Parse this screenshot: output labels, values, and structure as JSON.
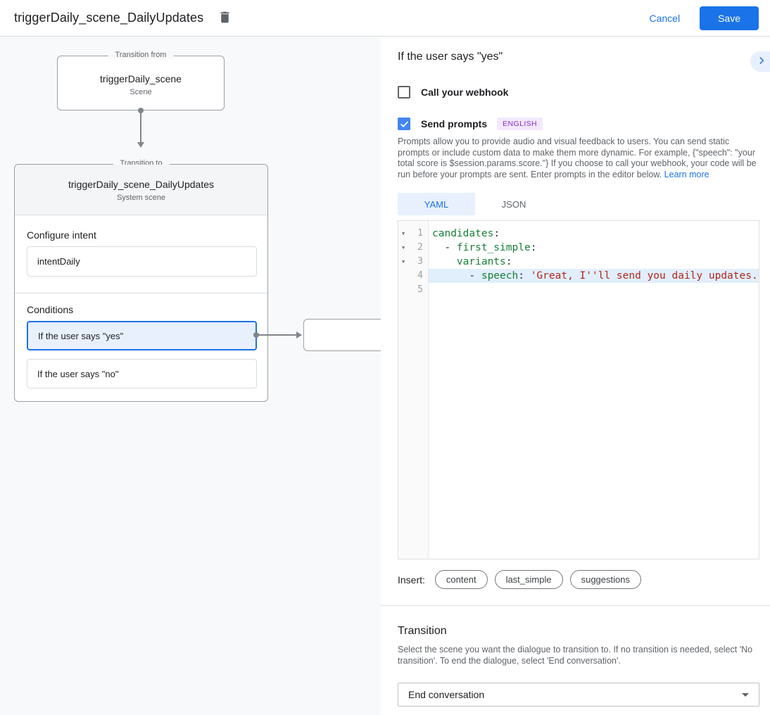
{
  "header": {
    "title": "triggerDaily_scene_DailyUpdates",
    "cancel_label": "Cancel",
    "save_label": "Save"
  },
  "colors": {
    "accent_blue": "#1a73e8",
    "checkbox_checked": "#4285f4",
    "selected_condition_bg": "#e8f0fe",
    "selected_condition_border": "#1a73e8",
    "badge_bg": "#f3e8fd",
    "badge_text": "#8430ce",
    "canvas_bg": "#f8f9fa",
    "code_key": "#188038",
    "code_string": "#b3261e",
    "active_line_bg": "#e1eefb"
  },
  "diagram": {
    "from_box": {
      "legend": "Transition from",
      "name": "triggerDaily_scene",
      "type": "Scene"
    },
    "to_box": {
      "legend": "Transition to",
      "name": "triggerDaily_scene_DailyUpdates",
      "type": "System scene",
      "intent_section_label": "Configure intent",
      "intent_value": "intentDaily",
      "conditions_label": "Conditions",
      "conditions": [
        {
          "label": "If the user says \"yes\"",
          "selected": true
        },
        {
          "label": "If the user says \"no\"",
          "selected": false
        }
      ]
    }
  },
  "panel": {
    "title": "If the user says \"yes\"",
    "webhook": {
      "label": "Call your webhook",
      "checked": false
    },
    "prompts": {
      "label": "Send prompts",
      "checked": true,
      "language_badge": "ENGLISH"
    },
    "description": "Prompts allow you to provide audio and visual feedback to users. You can send static prompts or include custom data to make them more dynamic. For example, {\"speech\": \"your total score is $session.params.score.\"} If you choose to call your webhook, your code will be run before your prompts are sent. Enter prompts in the editor below. ",
    "learn_more_label": "Learn more",
    "tabs": [
      {
        "label": "YAML",
        "active": true
      },
      {
        "label": "JSON",
        "active": false
      }
    ],
    "editor": {
      "lines": [
        {
          "number": 1,
          "fold": true,
          "highlight": false,
          "tokens": [
            {
              "t": "candidates",
              "c": "key"
            },
            {
              "t": ":",
              "c": "punct"
            }
          ]
        },
        {
          "number": 2,
          "fold": true,
          "highlight": false,
          "tokens": [
            {
              "t": "  - ",
              "c": "punct"
            },
            {
              "t": "first_simple",
              "c": "key"
            },
            {
              "t": ":",
              "c": "punct"
            }
          ]
        },
        {
          "number": 3,
          "fold": true,
          "highlight": false,
          "tokens": [
            {
              "t": "    ",
              "c": "punct"
            },
            {
              "t": "variants",
              "c": "key"
            },
            {
              "t": ":",
              "c": "punct"
            }
          ]
        },
        {
          "number": 4,
          "fold": false,
          "highlight": true,
          "tokens": [
            {
              "t": "      - ",
              "c": "punct"
            },
            {
              "t": "speech",
              "c": "key"
            },
            {
              "t": ": ",
              "c": "punct"
            },
            {
              "t": "'Great, I''ll send you daily updates.",
              "c": "string"
            }
          ]
        },
        {
          "number": 5,
          "fold": false,
          "highlight": false,
          "tokens": []
        }
      ]
    },
    "insert": {
      "label": "Insert:",
      "chips": [
        "content",
        "last_simple",
        "suggestions"
      ]
    },
    "transition": {
      "title": "Transition",
      "description": "Select the scene you want the dialogue to transition to. If no transition is needed, select 'No transition'. To end the dialogue, select 'End conversation'.",
      "selected_value": "End conversation"
    }
  }
}
